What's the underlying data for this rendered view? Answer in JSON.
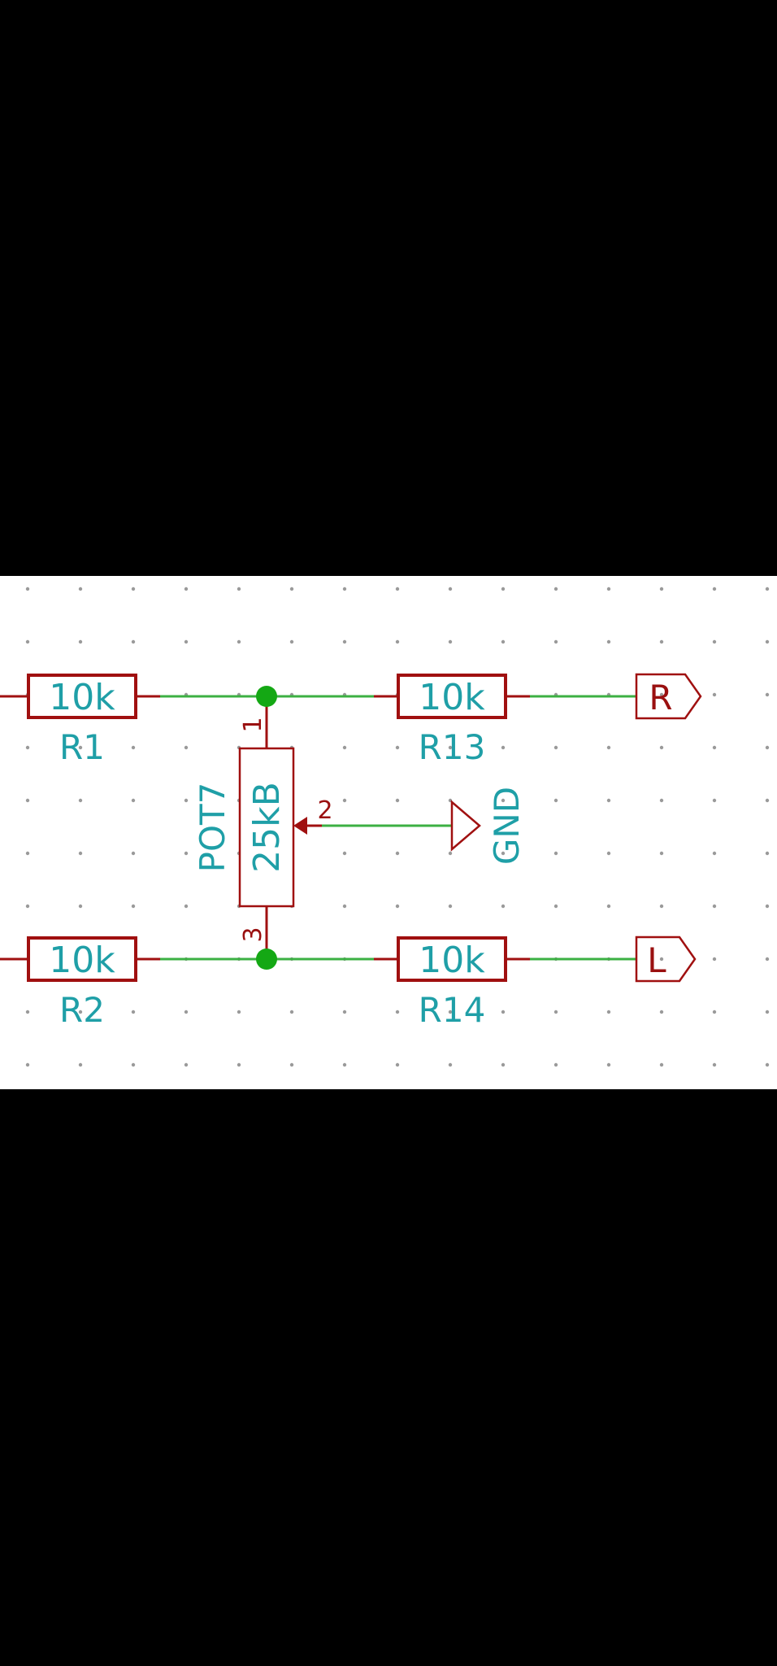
{
  "components": {
    "R1": {
      "ref": "R1",
      "value": "10k"
    },
    "R2": {
      "ref": "R2",
      "value": "10k"
    },
    "R13": {
      "ref": "R13",
      "value": "10k"
    },
    "R14": {
      "ref": "R14",
      "value": "10k"
    },
    "POT7": {
      "ref": "POT7",
      "value": "25kB",
      "pins": [
        "1",
        "2",
        "3"
      ]
    }
  },
  "power": {
    "gnd_label": "GND"
  },
  "net_labels": {
    "right": "R",
    "left": "L"
  },
  "colors": {
    "wire": "#3cb043",
    "component": "#a01010",
    "text": "#1f9fa7",
    "junction": "#14a814",
    "grid_dot": "#9a9a9a",
    "canvas": "#ffffff",
    "background": "#000000"
  }
}
